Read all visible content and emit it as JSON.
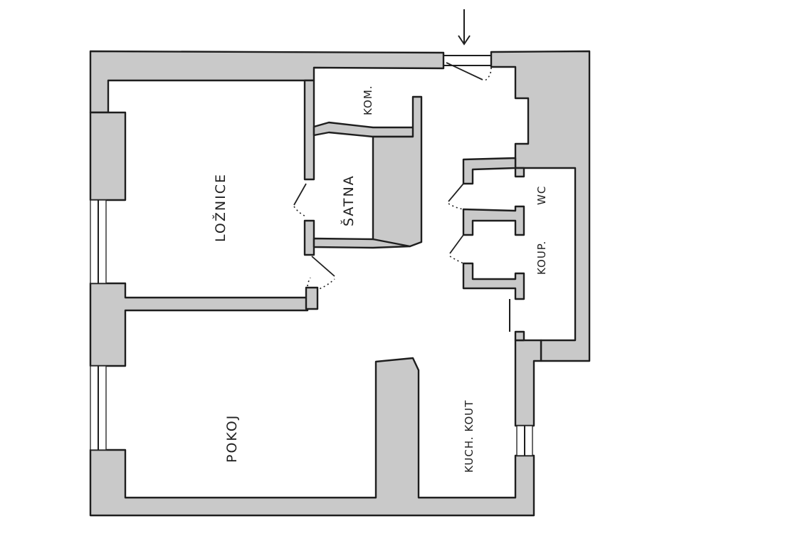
{
  "rooms": {
    "loznice": "LOŽNICE",
    "pokoj": "POKOJ",
    "satna": "ŠATNA",
    "kom": "KOM.",
    "wc": "WC",
    "koup": "KOUP.",
    "kuch_kout": "KUCH. KOUT"
  },
  "colors": {
    "wall_fill": "#c9c9c9",
    "outline": "#1e1e1e",
    "background": "#ffffff"
  },
  "symbols": {
    "entrance": "entrance-arrow-icon"
  }
}
